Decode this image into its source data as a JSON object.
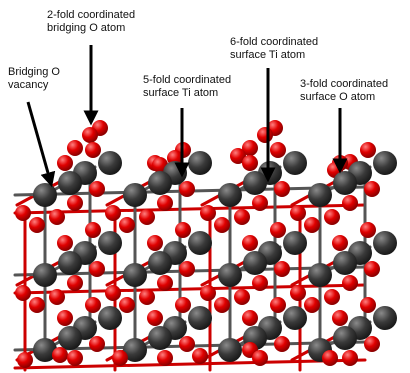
{
  "colors": {
    "titanium": "#333333",
    "oxygen": "#d40000",
    "bond_ti": "#555555",
    "bond_o": "#cc0000",
    "arrow": "#000000",
    "background": "#ffffff"
  },
  "labels": {
    "bridging_o_atom": {
      "line1": "2-fold coordinated",
      "line2": "bridging O atom"
    },
    "bridging_o_vacancy": {
      "line1": "Bridging O",
      "line2": "vacancy"
    },
    "five_fold_ti": {
      "line1": "5-fold coordinated",
      "line2": "surface Ti atom"
    },
    "six_fold_ti": {
      "line1": "6-fold coordinated",
      "line2": "surface Ti atom"
    },
    "three_fold_o": {
      "line1": "3-fold coordinated",
      "line2": "surface O atom"
    }
  }
}
